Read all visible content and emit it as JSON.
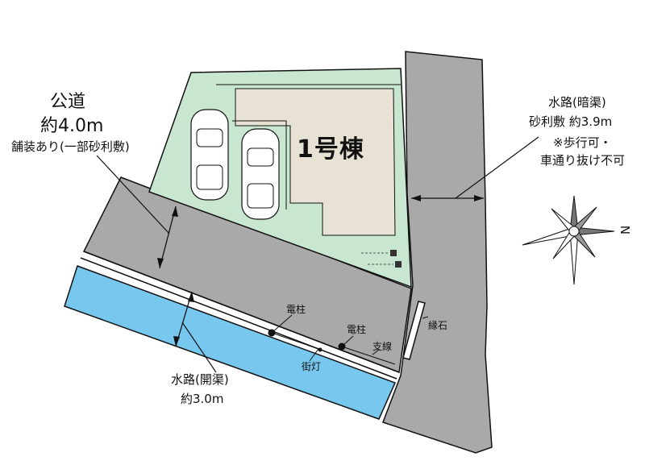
{
  "public_road": {
    "title": "公道",
    "width": "約4.0m",
    "surface": "舗装あり(一部砂利敷)"
  },
  "building": {
    "label": "1号棟"
  },
  "culvert_waterway": {
    "title": "水路(暗渠)",
    "detail": "砂利敷 約3.9m",
    "note1": "※歩行可・",
    "note2": "車通り抜け不可"
  },
  "open_waterway": {
    "title": "水路(開渠)",
    "width": "約3.0m"
  },
  "pole1": "電柱",
  "pole2": "電柱",
  "streetlight": "街灯",
  "guy_wire": "支線",
  "curb": "縁石",
  "compass": {
    "direction": "N"
  },
  "colors": {
    "lot_green": "#c9e6d1",
    "building_beige": "#e8e2d4",
    "road_gray": "#a9a9a9",
    "water_blue": "#77c7ef",
    "outline": "#111111"
  }
}
